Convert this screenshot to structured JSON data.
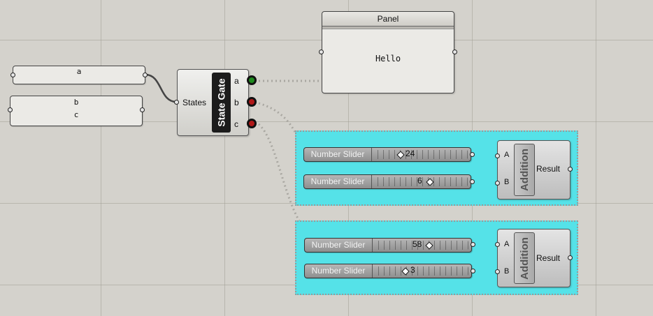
{
  "panel_a": {
    "text": "a"
  },
  "panel_bc": {
    "line1": "b",
    "line2": "c"
  },
  "state_gate": {
    "title": "State Gate",
    "input_label": "States",
    "outputs": [
      {
        "label": "a",
        "color": "#1e8a1e"
      },
      {
        "label": "b",
        "color": "#b01818"
      },
      {
        "label": "c",
        "color": "#b01818"
      }
    ]
  },
  "panel_hello": {
    "title": "Panel",
    "content": "Hello"
  },
  "group1": {
    "sliders": [
      {
        "name": "Number Slider",
        "value": "24"
      },
      {
        "name": "Number Slider",
        "value": "6"
      }
    ],
    "component": {
      "title": "Addition",
      "input_a": "A",
      "input_b": "B",
      "output": "Result"
    }
  },
  "group2": {
    "sliders": [
      {
        "name": "Number Slider",
        "value": "58"
      },
      {
        "name": "Number Slider",
        "value": "3"
      }
    ],
    "component": {
      "title": "Addition",
      "input_a": "A",
      "input_b": "B",
      "output": "Result"
    }
  },
  "colors": {
    "canvas": "#d4d2cc",
    "group_fill": "#55e2e8",
    "wire_orange": "#c0703a",
    "port_green": "#1e8a1e",
    "port_red": "#b01818"
  }
}
